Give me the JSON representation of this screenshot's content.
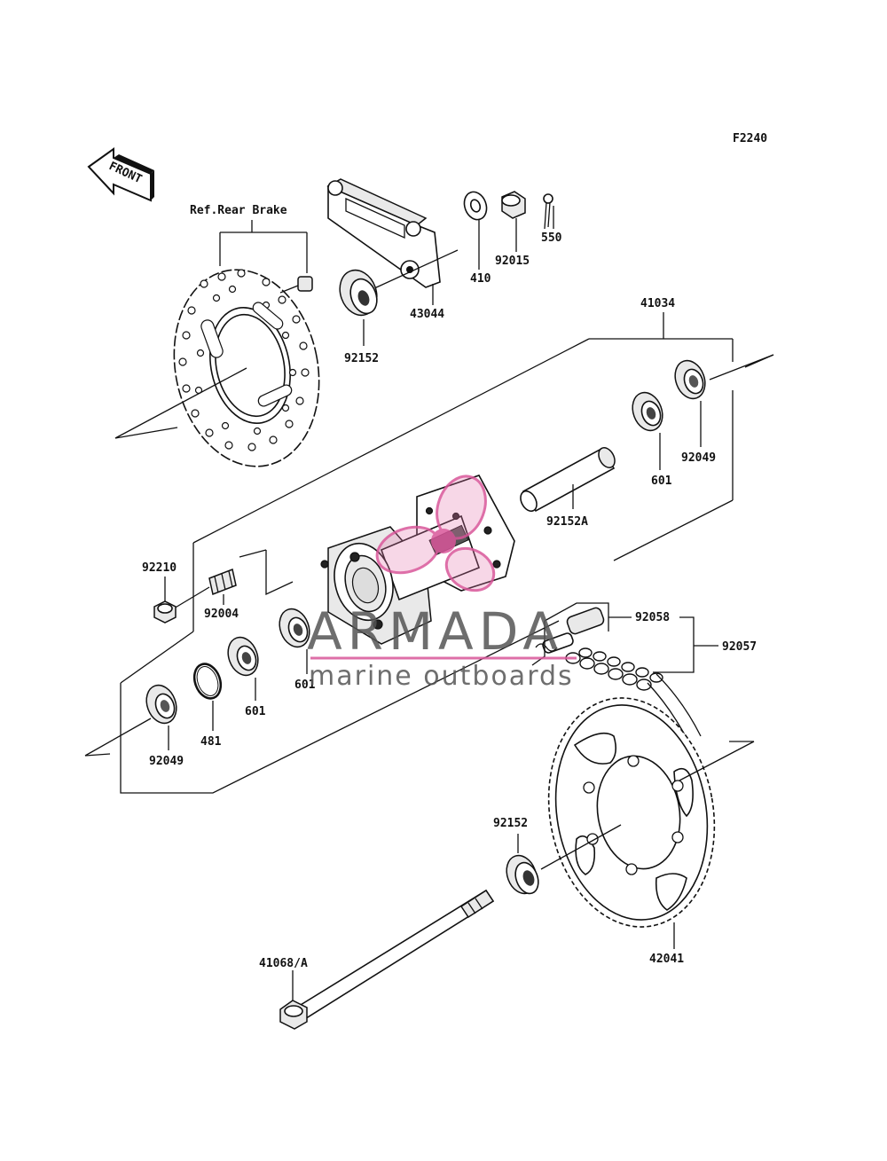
{
  "figure_code": "F2240",
  "front_label": "FRONT",
  "watermark": {
    "brand": "ARMADA",
    "tagline": "marine outboards",
    "logo": "propeller-logo",
    "accent": "#d9569a"
  },
  "labels": {
    "ref_rear_brake": "Ref.Rear Brake",
    "p550": "550",
    "p92015": "92015",
    "p410": "410",
    "p43044": "43044",
    "p92152_top": "92152",
    "p41034": "41034",
    "p92049_r": "92049",
    "p601_r": "601",
    "p92152A": "92152A",
    "p92210": "92210",
    "p92004": "92004",
    "p92058": "92058",
    "p92057": "92057",
    "p601_m": "601",
    "p601_l": "601",
    "p481": "481",
    "p92049_l": "92049",
    "p92152_b": "92152",
    "p42041": "42041",
    "p41068A": "41068/A"
  }
}
